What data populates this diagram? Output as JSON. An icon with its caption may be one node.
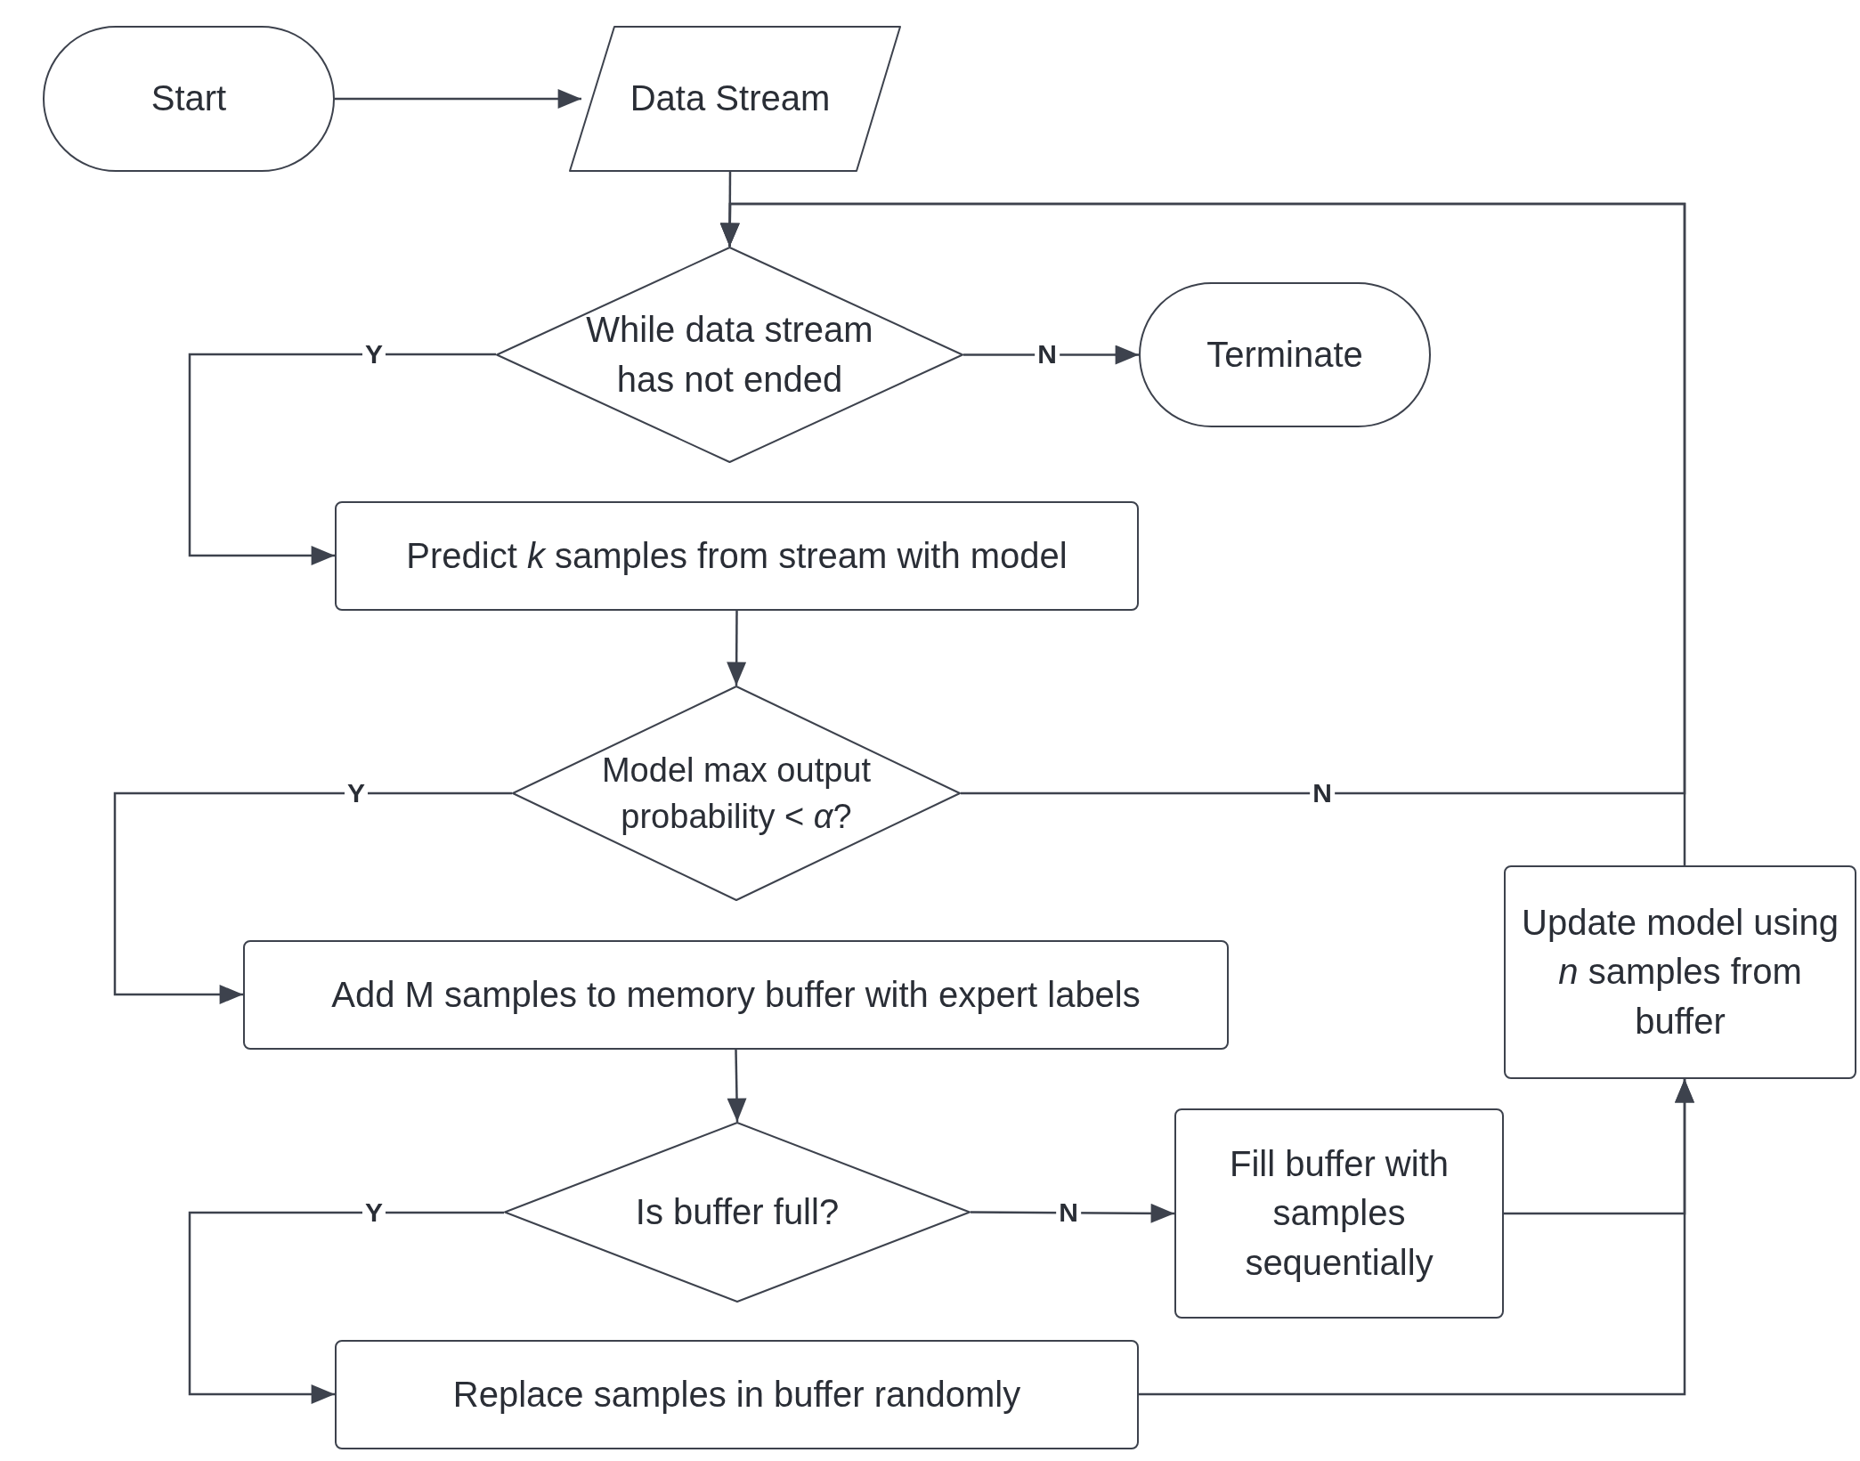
{
  "diagram": {
    "nodes": [
      {
        "text": [
          "Start"
        ]
      },
      {
        "text": [
          "Data Stream"
        ]
      },
      {
        "text": [
          "While data stream has not ended"
        ]
      },
      {
        "text": [
          "Terminate"
        ]
      },
      {
        "text": [
          "Predict *k* samples from stream with model"
        ]
      },
      {
        "text": [
          "Model max output probability < *α*?"
        ]
      },
      {
        "text": [
          "Add M samples to memory buffer with expert labels"
        ]
      },
      {
        "text": [
          "Is buffer full?"
        ]
      },
      {
        "text": [
          "Fill buffer with samples sequentially"
        ]
      },
      {
        "text": [
          "Replace samples in buffer randomly"
        ]
      },
      {
        "text": [
          "Update model using *n* samples from buffer"
        ]
      }
    ],
    "edges": [
      {
        "from": 0,
        "to": 1,
        "arrow": "to"
      },
      {
        "from": 1,
        "to": 2,
        "arrow": "to"
      },
      {
        "from": 2,
        "to": 4,
        "arrow": "to",
        "label": "Y"
      },
      {
        "from": 2,
        "to": 3,
        "arrow": "to",
        "label": "N"
      },
      {
        "from": 4,
        "to": 5,
        "arrow": "to"
      },
      {
        "from": 5,
        "to": 6,
        "arrow": "to",
        "label": "Y"
      },
      {
        "from": 5,
        "to": 2,
        "arrow": "to",
        "label": "N"
      },
      {
        "from": 10,
        "to": 2,
        "arrow": "to"
      },
      {
        "from": 6,
        "to": 7,
        "arrow": "to"
      },
      {
        "from": 7,
        "to": 9,
        "arrow": "to",
        "label": "Y"
      },
      {
        "from": 7,
        "to": 8,
        "arrow": "to",
        "label": "N"
      },
      {
        "from": 8,
        "to": 10,
        "arrow": "to"
      },
      {
        "from": 9,
        "to": 10,
        "arrow": "to"
      }
    ]
  }
}
